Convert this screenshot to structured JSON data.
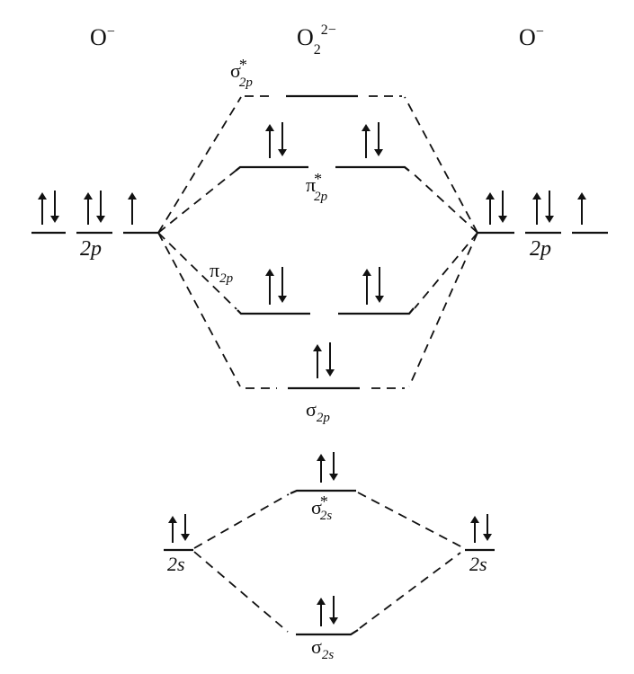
{
  "headers": {
    "left_atom": {
      "base": "O",
      "sup": "−"
    },
    "molecule": {
      "base": "O",
      "sub": "2",
      "sup": "2−"
    },
    "right_atom": {
      "base": "O",
      "sup": "−"
    }
  },
  "atomic_orbitals": {
    "left_2p": {
      "label": "2p",
      "electrons": [
        2,
        2,
        1
      ]
    },
    "right_2p": {
      "label": "2p",
      "electrons": [
        2,
        2,
        1
      ]
    },
    "left_2s": {
      "label": "2s",
      "electrons": [
        2
      ]
    },
    "right_2s": {
      "label": "2s",
      "electrons": [
        2
      ]
    }
  },
  "molecular_orbitals": {
    "sigma_star_2p": {
      "symbol": "σ",
      "star": "*",
      "sub": "2p",
      "electrons": [
        0
      ]
    },
    "pi_star_2p": {
      "symbol": "π",
      "star": "*",
      "sub": "2p",
      "electrons": [
        2,
        2
      ]
    },
    "pi_2p": {
      "symbol": "π",
      "sub": "2p",
      "electrons": [
        2,
        2
      ]
    },
    "sigma_2p": {
      "symbol": "σ",
      "sub": "2p",
      "electrons": [
        2
      ]
    },
    "sigma_star_2s": {
      "symbol": "σ",
      "star": "*",
      "sub": "2s",
      "electrons": [
        2
      ]
    },
    "sigma_2s": {
      "symbol": "σ",
      "sub": "2s",
      "electrons": [
        2
      ]
    }
  },
  "colors": {
    "ink": "#111111",
    "background": "#ffffff"
  }
}
